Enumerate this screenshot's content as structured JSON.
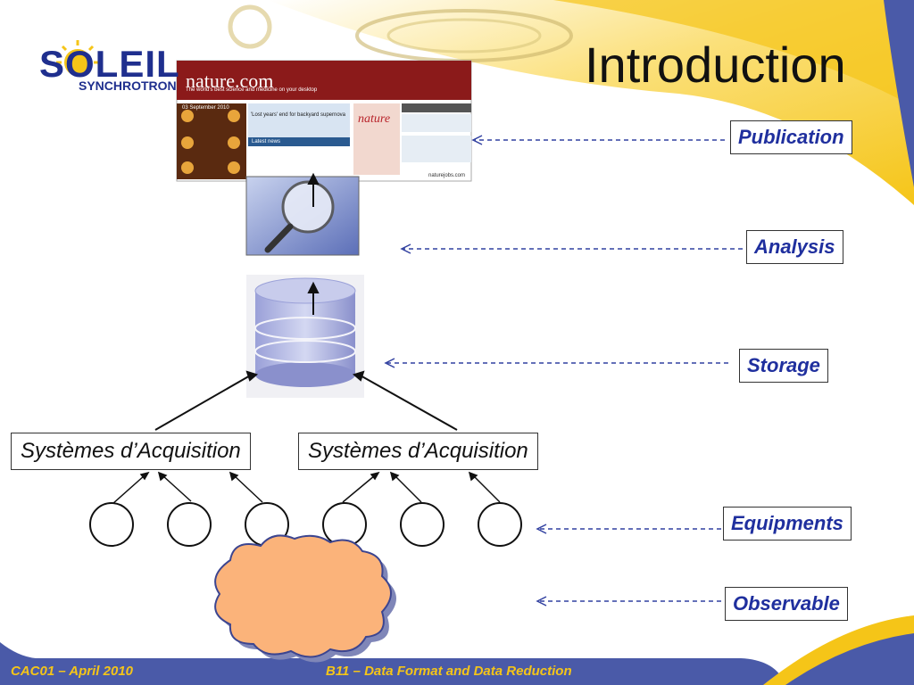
{
  "slide": {
    "title": "Introduction",
    "logo": {
      "name": "SOLEIL",
      "subtitle": "SYNCHROTRON"
    },
    "footer": {
      "left": "CAC01 – April 2010",
      "center": "B11 – Data Format and Data Reduction"
    }
  },
  "labels": {
    "publication": "Publication",
    "analysis": "Analysis",
    "storage": "Storage",
    "equipments": "Equipments",
    "observable": "Observable"
  },
  "acquisition": {
    "left": "Systèmes d’Acquisition",
    "right": "Systèmes d’Acquisition"
  },
  "screenshot": {
    "site": "nature.com",
    "tagline": "The world's best science and medicine on your desktop",
    "date": "03 September 2010",
    "news_heading": "'Lost years' end for backyard supernova",
    "latest_label": "Latest news",
    "magazine": "nature",
    "jobs": "naturejobs.com"
  },
  "colors": {
    "navy": "#4a5aa8",
    "gold": "#f5c518",
    "label_text": "#1f2f9e",
    "nature_red": "#8b1a1a"
  },
  "icons": {
    "logo": "sun-icon",
    "storage": "database-cylinder-icon",
    "analysis": "magnifier-icon",
    "observable": "cloud-icon",
    "equipment": "circle-icon"
  }
}
